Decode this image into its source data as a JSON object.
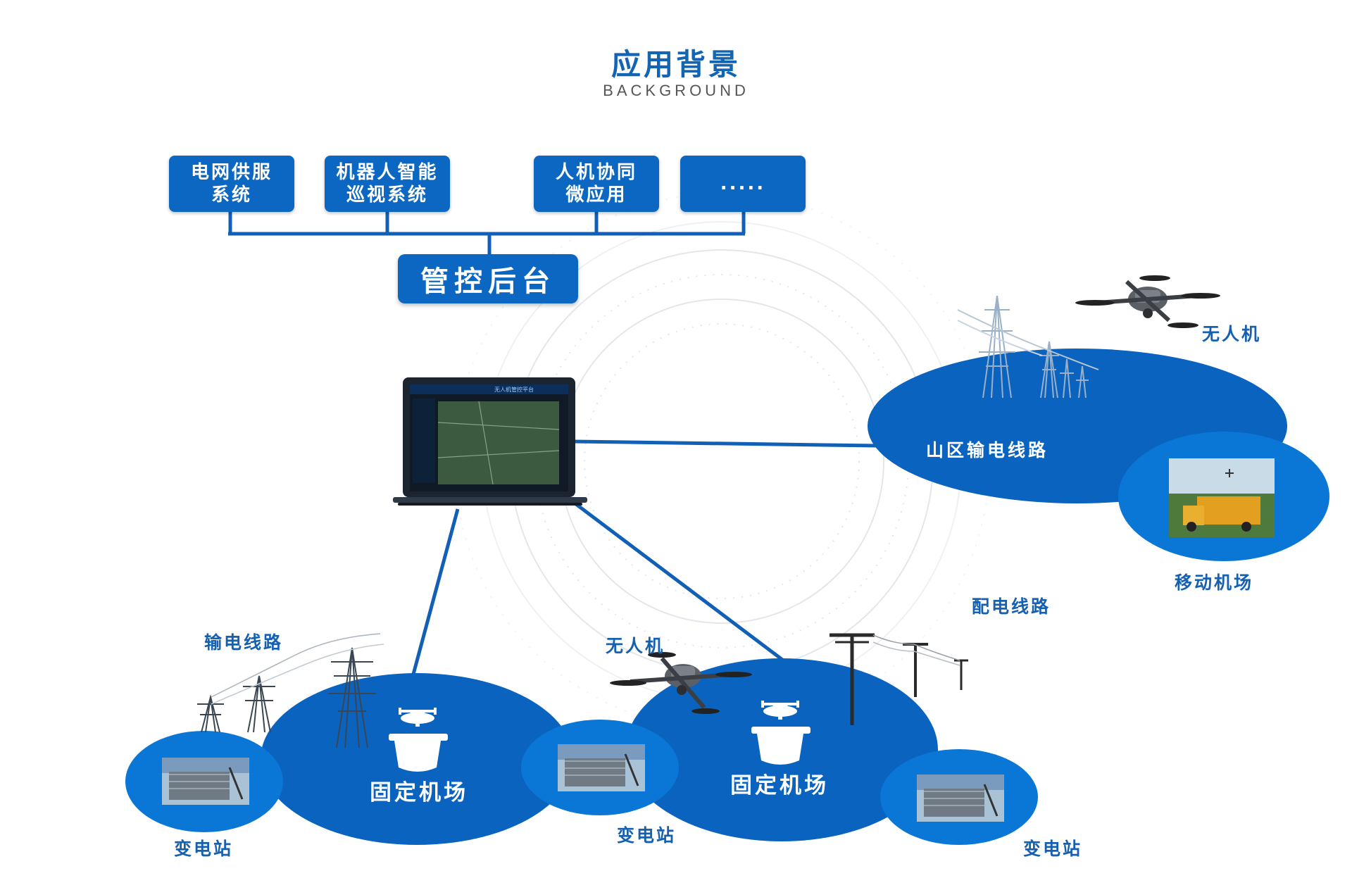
{
  "header": {
    "title": "应用背景",
    "subtitle": "BACKGROUND"
  },
  "systems": [
    {
      "label": "电网供服\n系统"
    },
    {
      "label": "机器人智能\n巡视系统"
    },
    {
      "label": "人机协同\n微应用"
    },
    {
      "label": "....."
    }
  ],
  "control": {
    "label": "管控后台"
  },
  "laptop_screen": {
    "title": "无人机管控平台"
  },
  "nodes": {
    "mountain": {
      "label": "山区输电线路",
      "drone_label": "无人机",
      "mobile_label": "移动机场"
    },
    "left": {
      "line_label": "输电线路",
      "airport_label": "固定机场",
      "substation_label": "变电站"
    },
    "middle": {
      "drone_label": "无人机",
      "airport_label": "固定机场",
      "substation_label": "变电站"
    },
    "right": {
      "line_label": "配电线路",
      "substation_label": "变电站"
    }
  },
  "colors": {
    "primary": "#0b67c2",
    "ellipse": "#0a6cc6",
    "ellipse_dark": "#0a5bb0",
    "text_blue": "#1660b0",
    "connector": "#1160b5"
  }
}
